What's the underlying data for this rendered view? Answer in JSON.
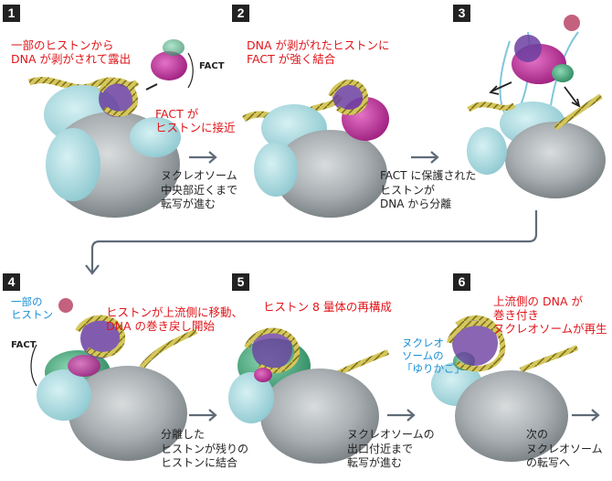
{
  "steps": [
    {
      "num": "1",
      "red": [
        "一部のヒストンから",
        "DNA が剥がされて露出"
      ],
      "red2": [
        "FACT が",
        "ヒストンに接近"
      ],
      "fact": "FACT",
      "caption": [
        "ヌクレオソーム",
        "中央部近くまで",
        "転写が進む"
      ]
    },
    {
      "num": "2",
      "red": [
        "DNA が剥がれたヒストンに",
        "FACT が強く結合"
      ],
      "caption": [
        "FACT に保護された",
        "ヒストンが",
        "DNA から分離"
      ]
    },
    {
      "num": "3"
    },
    {
      "num": "4",
      "blue": [
        "一部の",
        "ヒストン"
      ],
      "red": [
        "ヒストンが上流側に移動、",
        "DNA の巻き戻し開始"
      ],
      "fact": "FACT",
      "caption": [
        "分離した",
        "ヒストンが残りの",
        "ヒストンに結合"
      ]
    },
    {
      "num": "5",
      "red": [
        "ヒストン 8 量体の再構成"
      ],
      "caption": [
        "ヌクレオソームの",
        "出口付近まで",
        "転写が進む"
      ]
    },
    {
      "num": "6",
      "red": [
        "上流側の DNA が",
        "巻き付き",
        "ヌクレオソームが再生"
      ],
      "blue": [
        "ヌクレオ",
        "ソームの",
        "「ゆりかご」"
      ],
      "caption": [
        "次の",
        "ヌクレオソーム",
        "の転写へ"
      ]
    }
  ],
  "colors": {
    "red": "#e0161b",
    "blue": "#1a8fd6",
    "arrow": "#5f6b78",
    "pol": "#b9c0c4",
    "cyan": "#a9dde3",
    "magenta": "#c8369f",
    "dna": "#c8b84a",
    "green": "#3fa57a"
  }
}
